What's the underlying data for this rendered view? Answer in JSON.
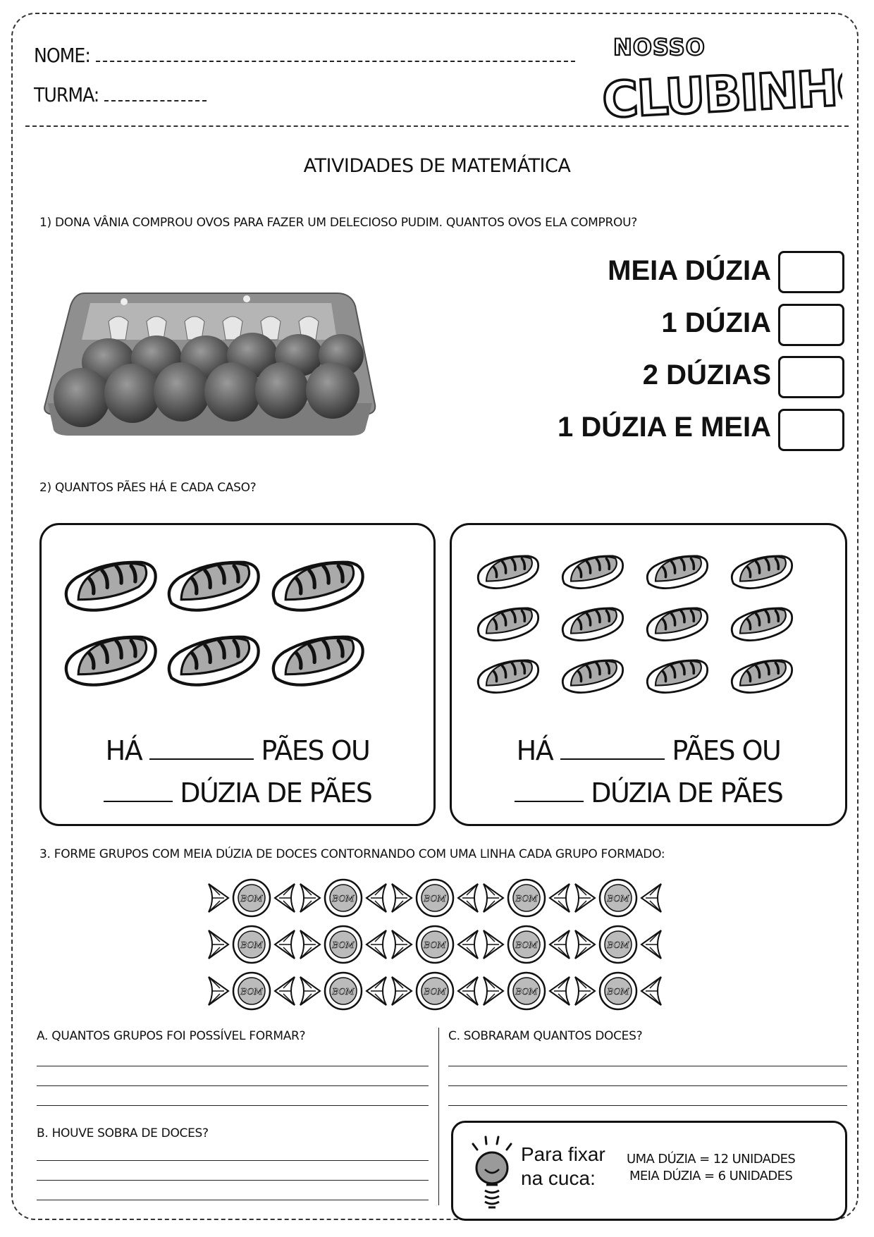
{
  "header": {
    "nome_label": "NOME:",
    "turma_label": "TURMA:",
    "logo_top": "NOSSO",
    "logo_main": "CLUBINHO"
  },
  "title": "ATIVIDADES DE MATEMÁTICA",
  "question1": {
    "text": "1) DONA VÂNIA COMPROU OVOS PARA FAZER UM DELECIOSO PUDIM. QUANTOS OVOS ELA COMPROU?",
    "options": [
      "MEIA DÚZIA",
      "1 DÚZIA",
      "2 DÚZIAS",
      "1 DÚZIA E MEIA"
    ]
  },
  "question2": {
    "text": "2) QUANTOS PÃES HÁ E CADA CASO?",
    "line1_prefix": "HÁ",
    "line1_suffix": "PÃES OU",
    "line2_suffix": "DÚZIA DE PÃES"
  },
  "question3": {
    "text": "3. FORME GRUPOS COM MEIA DÚZIA DE DOCES CONTORNANDO COM UMA LINHA CADA GRUPO FORMADO:",
    "candy_label": "BOM",
    "a": "A. QUANTOS GRUPOS FOI POSSÍVEL FORMAR?",
    "b": "B. HOUVE SOBRA DE DOCES?",
    "c": "C. SOBRARAM QUANTOS DOCES?"
  },
  "tip": {
    "label_line1": "Para fixar",
    "label_line2": "na cuca:",
    "fact1": "UMA DÚZIA = 12 UNIDADES",
    "fact2": "MEIA DÚZIA = 6 UNIDADES"
  }
}
